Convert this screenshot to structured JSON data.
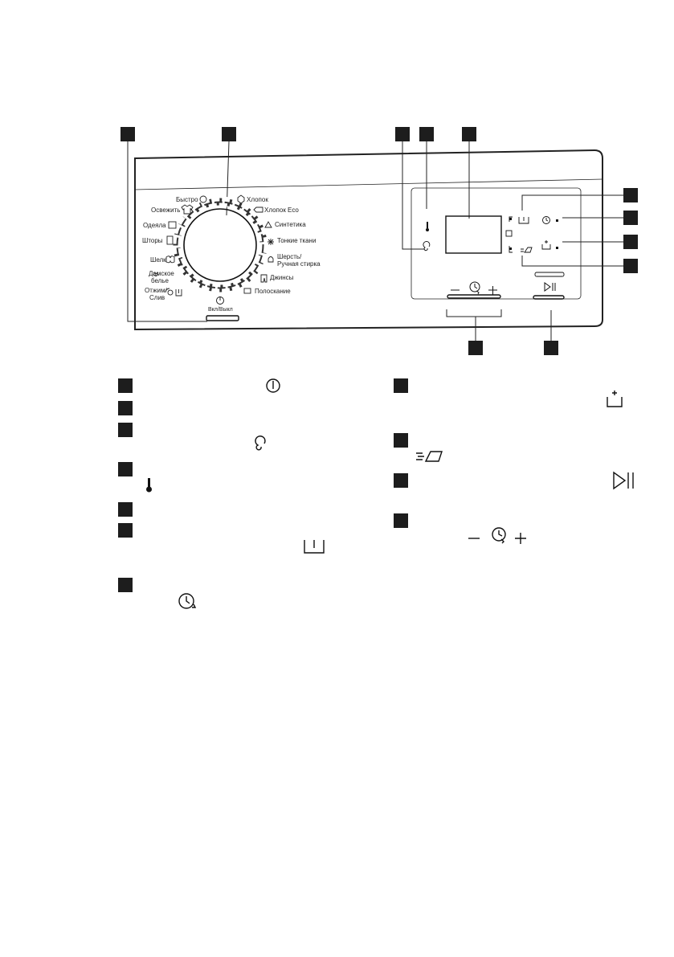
{
  "programs_left": [
    {
      "label": "Быстро",
      "icon": "timer-quick-icon"
    },
    {
      "label": "Освежить",
      "icon": "refresh-shirt-icon"
    },
    {
      "label": "Одеяла",
      "icon": "duvet-icon"
    },
    {
      "label": "Шторы",
      "icon": "curtains-icon"
    },
    {
      "label": "Шелк",
      "icon": "silk-icon"
    },
    {
      "label": "Дамское белье",
      "icon": "lingerie-icon"
    },
    {
      "label": "Отжим/ Слив",
      "icon": "spin-drain-icon"
    }
  ],
  "programs_right": [
    {
      "label": "Хлопок",
      "icon": "cotton-icon"
    },
    {
      "label": "Хлопок Eco",
      "icon": "cotton-eco-icon"
    },
    {
      "label": "Синтетика",
      "icon": "synthetics-icon"
    },
    {
      "label": "Тонкие ткани",
      "icon": "delicates-icon"
    },
    {
      "label": "Шерсть/ Ручная стирка",
      "icon": "wool-icon"
    },
    {
      "label": "Джинсы",
      "icon": "jeans-icon"
    },
    {
      "label": "Полоскание",
      "icon": "rinse-icon"
    }
  ],
  "power_label": "Вкл/Выкл"
}
